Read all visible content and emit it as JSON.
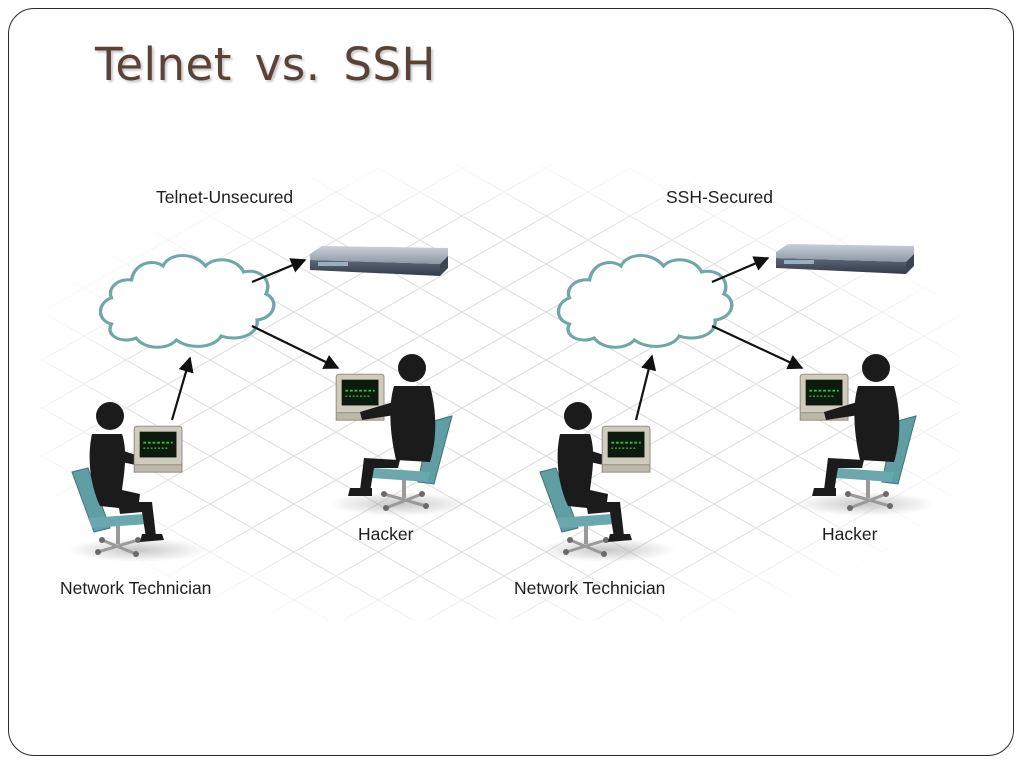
{
  "slide": {
    "title": "Telnet  vs.  SSH"
  },
  "left_panel": {
    "title": "Telnet-Unsecured",
    "technician_label": "Network Technician",
    "hacker_label": "Hacker"
  },
  "right_panel": {
    "title": "SSH-Secured",
    "technician_label": "Network Technician",
    "hacker_label": "Hacker"
  },
  "colors": {
    "title": "#5b4237",
    "cloud_stroke": "#6fa6a8",
    "chair": "#5f9ea3",
    "silhouette": "#1b1b1b",
    "screen": "#2fbf3a",
    "router_front": "#4a5565"
  }
}
